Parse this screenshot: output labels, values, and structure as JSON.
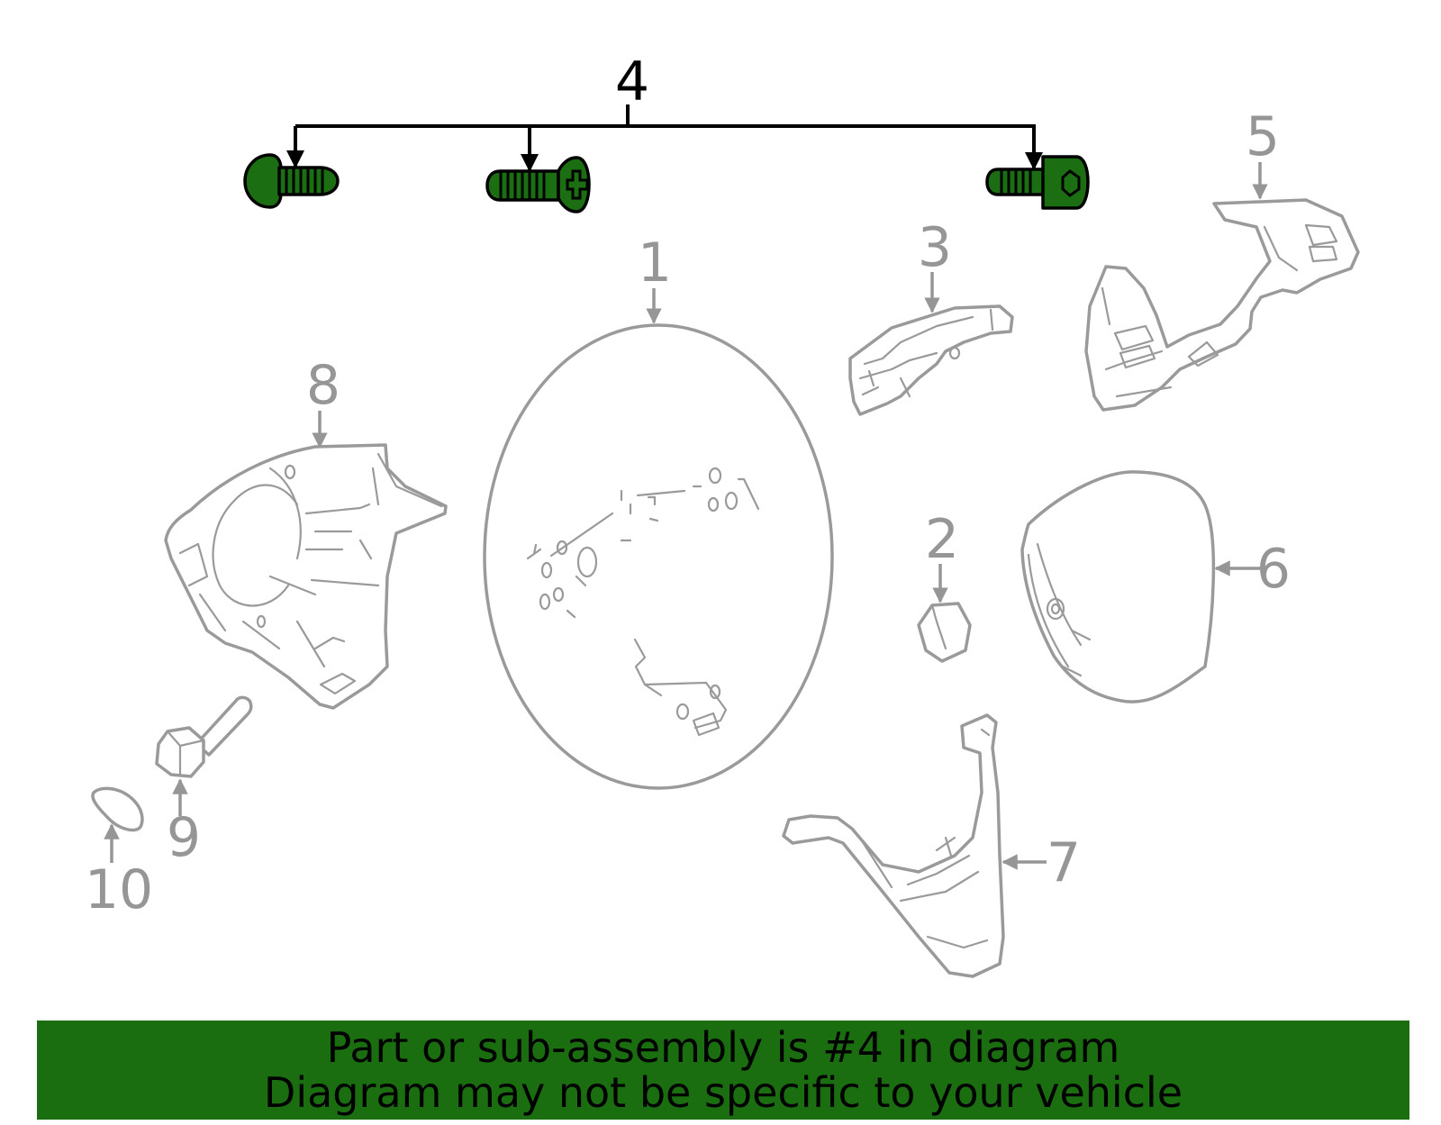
{
  "callouts": {
    "c1": "1",
    "c2": "2",
    "c3": "3",
    "c4": "4",
    "c5": "5",
    "c6": "6",
    "c7": "7",
    "c8": "8",
    "c9": "9",
    "c10": "10"
  },
  "highlight_color": "#1a6e10",
  "banner": {
    "line1": "Part or sub-assembly is #4 in diagram",
    "line2": "Diagram may not be specific to your vehicle"
  }
}
